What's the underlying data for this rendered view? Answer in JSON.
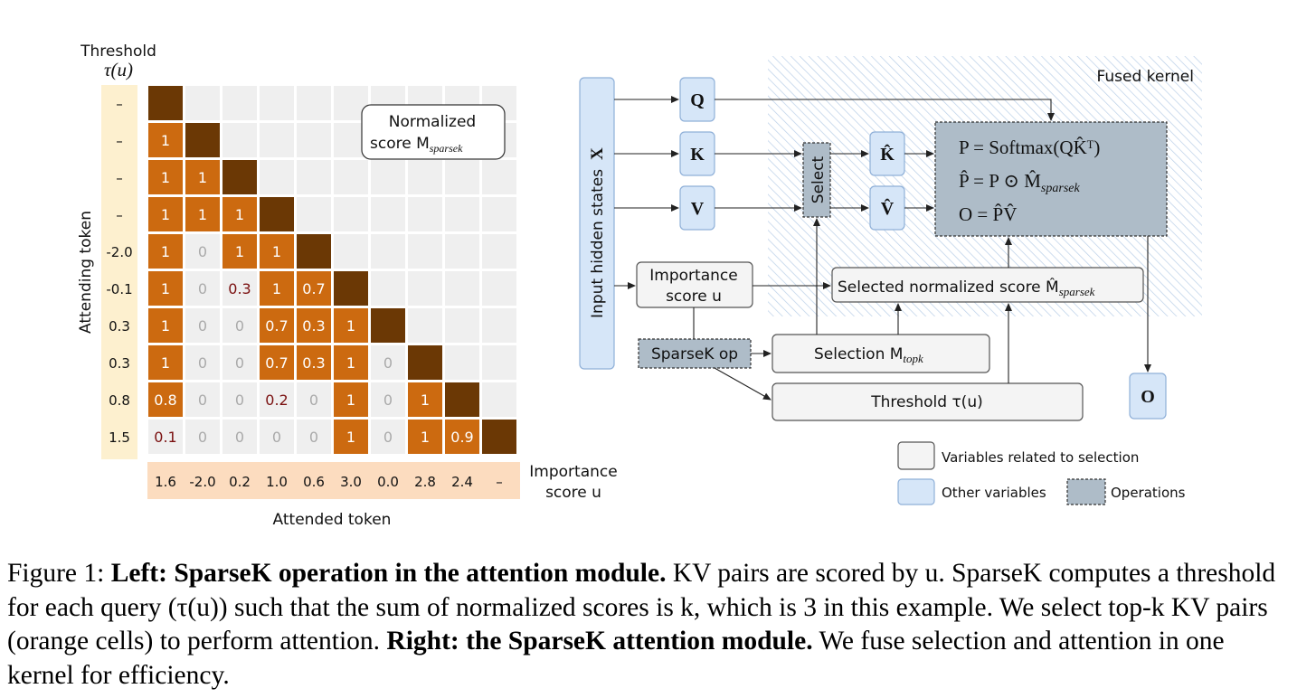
{
  "figure": {
    "left": {
      "threshold_label": "Threshold",
      "threshold_symbol": "τ(u)",
      "thresholds": [
        "–",
        "–",
        "–",
        "–",
        "-2.0",
        "-0.1",
        "0.3",
        "0.3",
        "0.8",
        "1.5"
      ],
      "y_axis_label": "Attending token",
      "x_axis_label": "Attended token",
      "importance_label": "Importance",
      "importance_label2": "score u",
      "importance_scores": [
        "1.6",
        "-2.0",
        "0.2",
        "1.0",
        "0.6",
        "3.0",
        "0.0",
        "2.8",
        "2.4",
        "–"
      ],
      "legend_line1": "Normalized",
      "legend_line2": "score M",
      "legend_subscript": "sparsek",
      "matrix": [
        [
          "D",
          "",
          "",
          "",
          "",
          "",
          "",
          "",
          "",
          ""
        ],
        [
          "1",
          "D",
          "",
          "",
          "",
          "",
          "",
          "",
          "",
          ""
        ],
        [
          "1",
          "1",
          "D",
          "",
          "",
          "",
          "",
          "",
          "",
          ""
        ],
        [
          "1",
          "1",
          "1",
          "D",
          "",
          "",
          "",
          "",
          "",
          ""
        ],
        [
          "1",
          "0",
          "1",
          "1",
          "D",
          "",
          "",
          "",
          "",
          ""
        ],
        [
          "1",
          "0",
          "0.3",
          "1",
          "0.7",
          "D",
          "",
          "",
          "",
          ""
        ],
        [
          "1",
          "0",
          "0",
          "0.7",
          "0.3",
          "1",
          "D",
          "",
          "",
          ""
        ],
        [
          "1",
          "0",
          "0",
          "0.7",
          "0.3",
          "1",
          "0",
          "D",
          "",
          ""
        ],
        [
          "0.8",
          "0",
          "0",
          "0.2",
          "0",
          "1",
          "0",
          "1",
          "D",
          ""
        ],
        [
          "0.1",
          "0",
          "0",
          "0",
          "0",
          "1",
          "0",
          "1",
          "0.9",
          "D"
        ]
      ],
      "selected": [
        [
          0,
          0,
          0,
          0,
          0,
          0,
          0,
          0,
          0,
          0
        ],
        [
          1,
          0,
          0,
          0,
          0,
          0,
          0,
          0,
          0,
          0
        ],
        [
          1,
          1,
          0,
          0,
          0,
          0,
          0,
          0,
          0,
          0
        ],
        [
          1,
          1,
          1,
          0,
          0,
          0,
          0,
          0,
          0,
          0
        ],
        [
          1,
          0,
          1,
          1,
          0,
          0,
          0,
          0,
          0,
          0
        ],
        [
          1,
          0,
          0,
          1,
          1,
          0,
          0,
          0,
          0,
          0
        ],
        [
          1,
          0,
          0,
          1,
          1,
          1,
          0,
          0,
          0,
          0
        ],
        [
          1,
          0,
          0,
          1,
          1,
          1,
          0,
          0,
          0,
          0
        ],
        [
          1,
          0,
          0,
          0,
          0,
          1,
          0,
          1,
          0,
          0
        ],
        [
          0,
          0,
          0,
          0,
          0,
          1,
          0,
          1,
          1,
          0
        ]
      ]
    },
    "right": {
      "fused_kernel": "Fused kernel",
      "input_label": "Input hidden states",
      "input_symbol": "X",
      "Q": "Q",
      "K": "K",
      "V": "V",
      "K_hat": "K̂",
      "V_hat": "V̂",
      "select": "Select",
      "eq1": "P = Softmax(QK̂ᵀ)",
      "eq2": "P̂ = P ⊙ M̂",
      "eq2_sub": "sparsek",
      "eq3": "O = P̂V̂",
      "importance_line1": "Importance",
      "importance_line2": "score u",
      "selected_score": "Selected normalized score M̂",
      "selected_score_sub": "sparsek",
      "sparsek_op": "SparseK op",
      "selection": "Selection M",
      "selection_sub": "topk",
      "threshold": "Threshold τ(u)",
      "output": "O",
      "legend": {
        "selection_vars": "Variables related to selection",
        "other_vars": "Other variables",
        "operations": "Operations"
      }
    },
    "colors": {
      "diag": "#6b3805",
      "selected": "#cc6a10",
      "empty": "#efefef",
      "threshold_bg": "#fdf0cf",
      "importance_bg": "#fcdcbf",
      "blue_box": "#d6e6f8",
      "blue_border": "#8fb0d8",
      "op_box": "#aebcc8",
      "gray_box": "#f4f4f4"
    }
  },
  "caption": {
    "fig_label": "Figure 1:",
    "left_bold": "Left: SparseK operation in the attention module.",
    "text1": "KV pairs are scored by u. SparseK computes a threshold for each query (τ(u)) such that the sum of normalized scores is k, which is 3 in this example. We select top-k KV pairs (orange cells) to perform attention.",
    "right_bold": "Right: the SparseK attention module.",
    "text2": "We fuse selection and attention in one kernel for efficiency."
  }
}
